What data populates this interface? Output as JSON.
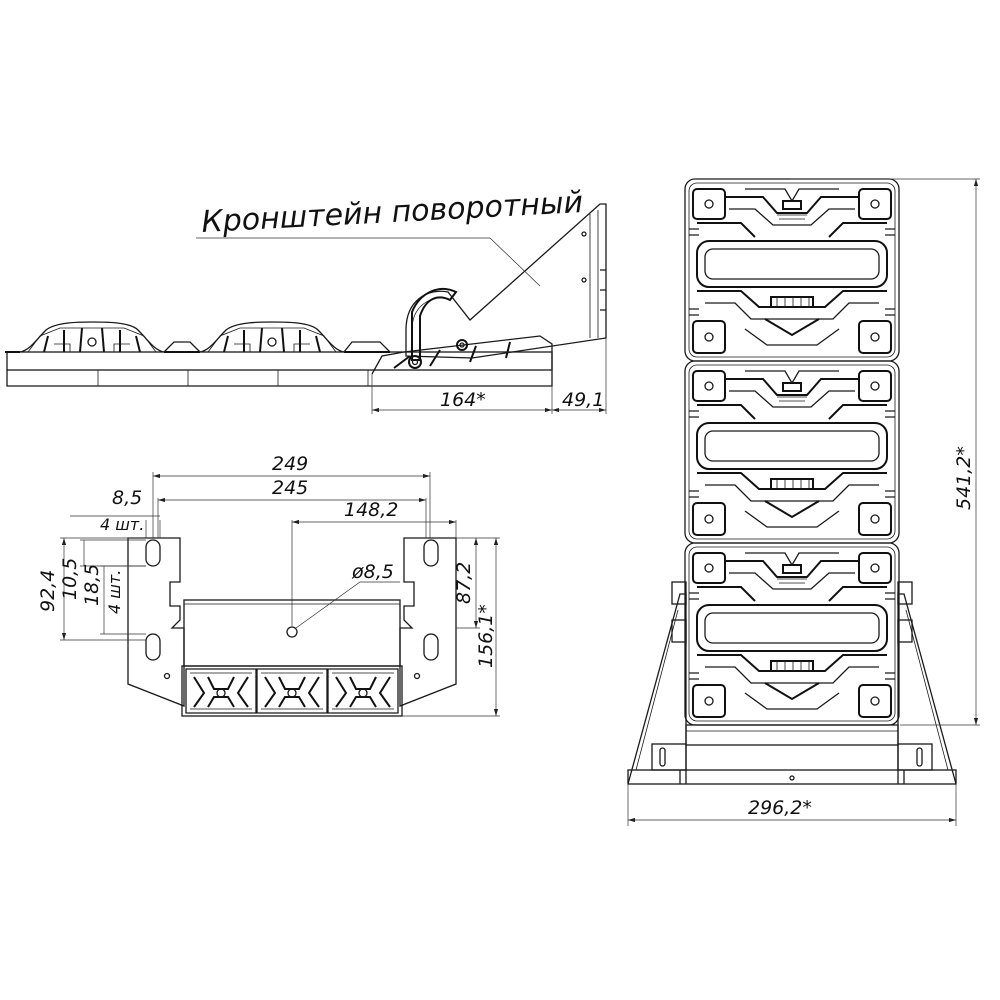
{
  "title": "Кронштейн поворотный",
  "side_view": {
    "dim_length": "164*",
    "dim_height": "49,1"
  },
  "front_view": {
    "dim_width_outer": "249",
    "dim_width_holes": "245",
    "dim_slot_width": "8,5",
    "dim_slot_count_top": "4 шт.",
    "dim_center_offset": "148,2",
    "dim_hole_diameter": "ø8,5",
    "dim_bracket_height": "92,4",
    "dim_slot_length": "10,5",
    "dim_slot_spacing": "18,5",
    "dim_slot_count_side": "4 шт.",
    "dim_bracket_height_right": "87,2",
    "dim_total_depth": "156,1*"
  },
  "main_view": {
    "dim_height": "541,2*",
    "dim_width": "296,2*"
  }
}
